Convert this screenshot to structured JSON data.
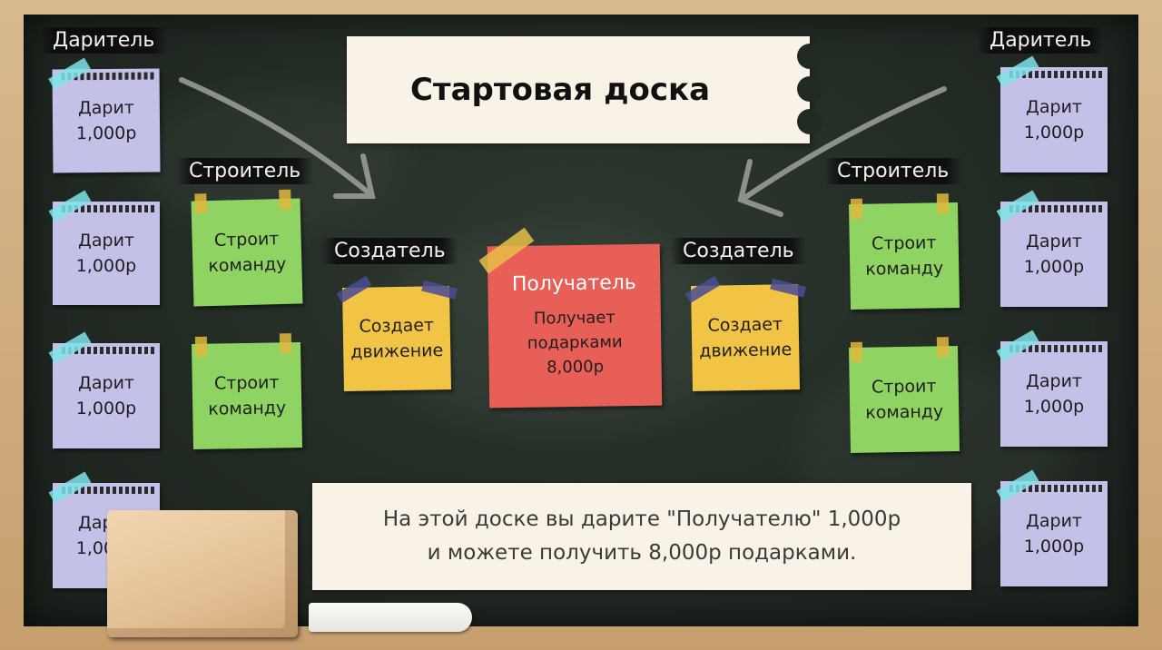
{
  "title": "Стартовая доска",
  "info": {
    "line1": "На этой доске вы дарите \"Получателю\" 1,000р",
    "line2": "и можете получить 8,000р подарками."
  },
  "labels": {
    "donor": "Даритель",
    "builder": "Строитель",
    "creator": "Создатель"
  },
  "donor_note": {
    "line1": "Дарит",
    "line2": "1,000р"
  },
  "builder_note": {
    "line1": "Строит",
    "line2": "команду"
  },
  "creator_note": {
    "line1": "Создает",
    "line2": "движение"
  },
  "receiver": {
    "title": "Получатель",
    "line1": "Получает",
    "line2": "подарками",
    "line3": "8,000р"
  },
  "colors": {
    "donor_note": "#c4c1e8",
    "builder_note": "#8fd463",
    "creator_note": "#f2c445",
    "receiver_note": "#e85f57",
    "board": "#222a24",
    "frame": "#c9a77a"
  }
}
